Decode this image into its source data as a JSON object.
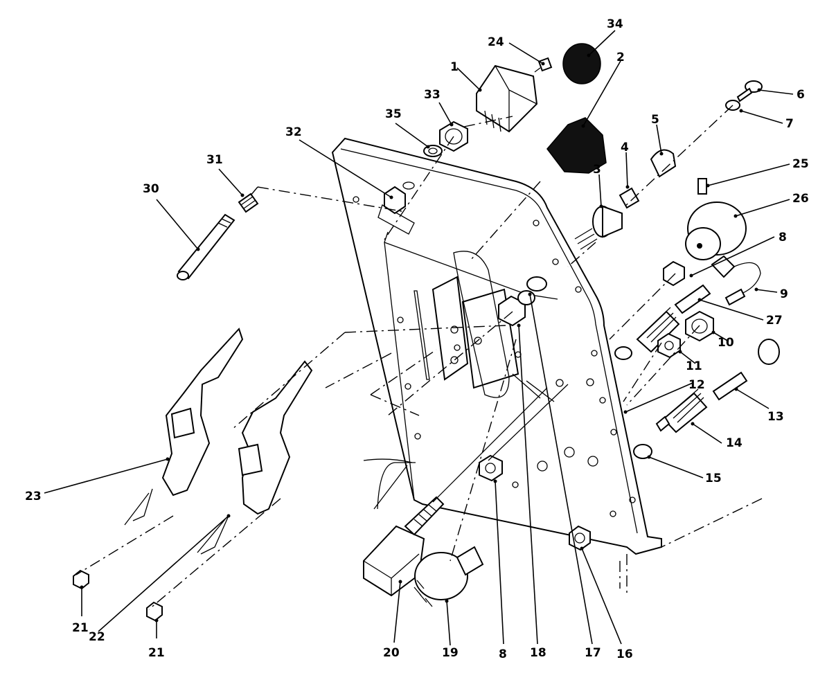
{
  "callouts": [
    {
      "id": "1",
      "text": "1"
    },
    {
      "id": "2",
      "text": "2"
    },
    {
      "id": "3",
      "text": "3"
    },
    {
      "id": "4",
      "text": "4"
    },
    {
      "id": "5",
      "text": "5"
    },
    {
      "id": "6",
      "text": "6"
    },
    {
      "id": "7",
      "text": "7"
    },
    {
      "id": "8a",
      "text": "8"
    },
    {
      "id": "8b",
      "text": "8"
    },
    {
      "id": "9",
      "text": "9"
    },
    {
      "id": "10",
      "text": "10"
    },
    {
      "id": "11",
      "text": "11"
    },
    {
      "id": "12",
      "text": "12"
    },
    {
      "id": "13",
      "text": "13"
    },
    {
      "id": "14",
      "text": "14"
    },
    {
      "id": "15",
      "text": "15"
    },
    {
      "id": "16",
      "text": "16"
    },
    {
      "id": "17",
      "text": "17"
    },
    {
      "id": "18",
      "text": "18"
    },
    {
      "id": "19",
      "text": "19"
    },
    {
      "id": "20",
      "text": "20"
    },
    {
      "id": "21a",
      "text": "21"
    },
    {
      "id": "21b",
      "text": "21"
    },
    {
      "id": "22",
      "text": "22"
    },
    {
      "id": "23",
      "text": "23"
    },
    {
      "id": "24",
      "text": "24"
    },
    {
      "id": "25",
      "text": "25"
    },
    {
      "id": "26",
      "text": "26"
    },
    {
      "id": "27",
      "text": "27"
    },
    {
      "id": "30",
      "text": "30"
    },
    {
      "id": "31",
      "text": "31"
    },
    {
      "id": "32",
      "text": "32"
    },
    {
      "id": "33",
      "text": "33"
    },
    {
      "id": "34",
      "text": "34"
    },
    {
      "id": "35",
      "text": "35"
    }
  ],
  "colors": {
    "ink": "#000000",
    "paper": "#ffffff"
  }
}
